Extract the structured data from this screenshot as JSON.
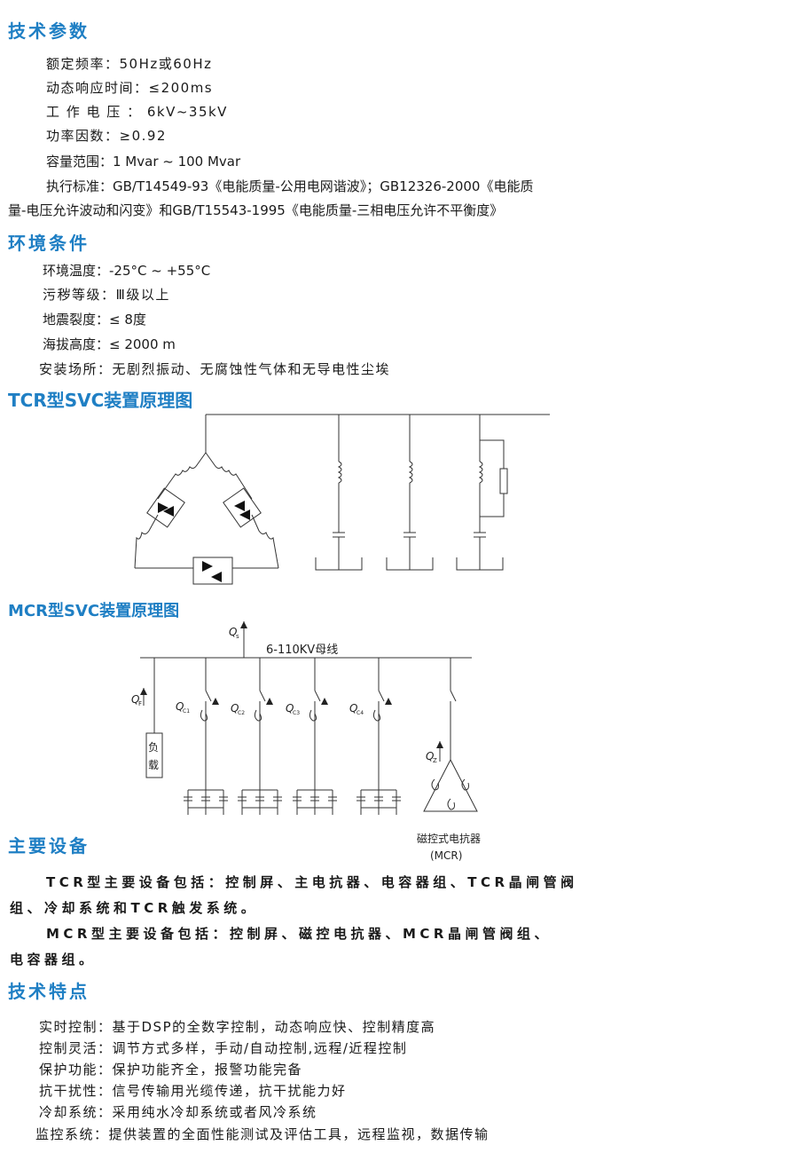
{
  "tech_params": {
    "title": "技术参数",
    "lines": [
      "额定频率：50Hz或60Hz",
      "动态响应时间：≤200ms",
      "工 作 电 压 ： 6kV~35kV",
      "功率因数：≥0.92",
      "容量范围：1 Mvar ~ 100 Mvar",
      "执行标准：GB/T14549-93《电能质量-公用电网谐波》；GB12326-2000《电能质",
      "量-电压允许波动和闪变》和GB/T15543-1995《电能质量-三相电压允许不平衡度》"
    ]
  },
  "env": {
    "title": "环境条件",
    "lines": [
      "环境温度：-25°C ~ +55°C",
      "污秽等级：Ⅲ级以上",
      "地震裂度：≤ 8度",
      "海拔高度：≤ 2000 m",
      "安装场所：无剧烈振动、无腐蚀性气体和无导电性尘埃"
    ]
  },
  "tcr": {
    "title": "TCR型SVC装置原理图"
  },
  "mcr": {
    "title": "MCR型SVC装置原理图",
    "bus_label": "6-110KV母线",
    "q_in": "Q",
    "q_in_sub": "s",
    "q_load": "Q",
    "q_load_sub": "F",
    "load_label_1": "负",
    "load_label_2": "载",
    "q_branch": "Q",
    "q_sub_1": "C1",
    "q_sub_2": "C2",
    "q_sub_3": "C3",
    "q_sub_4": "C4",
    "q_z": "Q",
    "q_z_sub": "Z",
    "reactor_label": "磁控式电抗器",
    "reactor_abbr": "(MCR)"
  },
  "equipment": {
    "title": "主要设备",
    "lines": [
      "TCR型主要设备包括：控制屏、主电抗器、电容器组、TCR晶闸管阀",
      "组、冷却系统和TCR触发系统。",
      "MCR型主要设备包括：控制屏、磁控电抗器、MCR晶闸管阀组、",
      "电容器组。"
    ]
  },
  "features": {
    "title": "技术特点",
    "lines": [
      "实时控制：基于DSP的全数字控制，动态响应快、控制精度高",
      "控制灵活：调节方式多样，手动/自动控制,远程/近程控制",
      "保护功能：保护功能齐全，报警功能完备",
      "抗干扰性：信号传输用光缆传递，抗干扰能力好",
      "冷却系统：采用纯水冷却系统或者风冷系统",
      "监控系统：提供装置的全面性能测试及评估工具，远程监视，数据传输"
    ]
  }
}
